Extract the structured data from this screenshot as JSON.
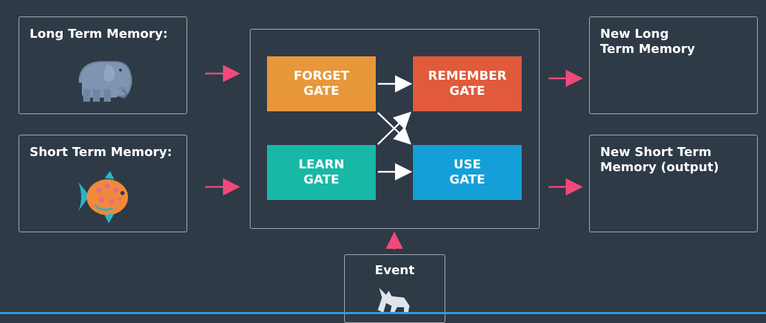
{
  "inputs": {
    "long_term": "Long Term Memory:",
    "short_term": "Short Term Memory:",
    "event": "Event"
  },
  "gates": {
    "forget": "FORGET\nGATE",
    "remember": "REMEMBER\nGATE",
    "learn": "LEARN\nGATE",
    "use": "USE\nGATE"
  },
  "outputs": {
    "new_long_term": "New Long\nTerm Memory",
    "new_short_term": "New Short Term\nMemory (output)"
  },
  "colors": {
    "background": "#2f3a47",
    "forget": "#e8973a",
    "remember": "#e05a3b",
    "learn": "#17b8a6",
    "use": "#159fd8",
    "arrow_pink": "#f0497a",
    "arrow_white": "#ffffff"
  },
  "icons": {
    "long_term": "elephant-icon",
    "short_term": "fish-icon",
    "event": "wolf-icon"
  }
}
